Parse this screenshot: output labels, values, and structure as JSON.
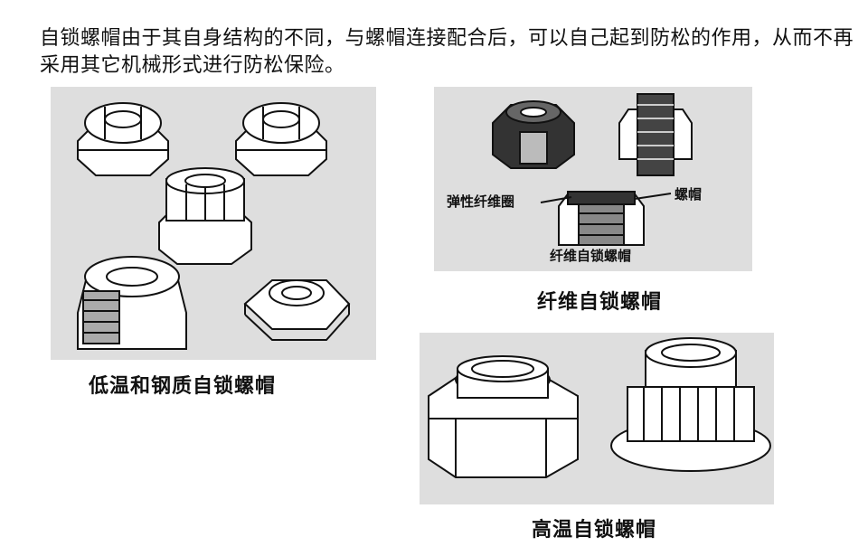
{
  "intro_text": "自锁螺帽由于其自身结构的不同，与螺帽连接配合后，可以自己起到防松的作用，从而不再采用其它机械形式进行防松保险。",
  "panels": {
    "low_temp_steel": {
      "caption": "低温和钢质自锁螺帽"
    },
    "fiber": {
      "caption": "纤维自锁螺帽",
      "labels": {
        "ring": "弹性纤维圈",
        "nut": "螺帽",
        "assembly": "纤维自锁螺帽"
      }
    },
    "high_temp": {
      "caption": "高温自锁螺帽"
    }
  }
}
